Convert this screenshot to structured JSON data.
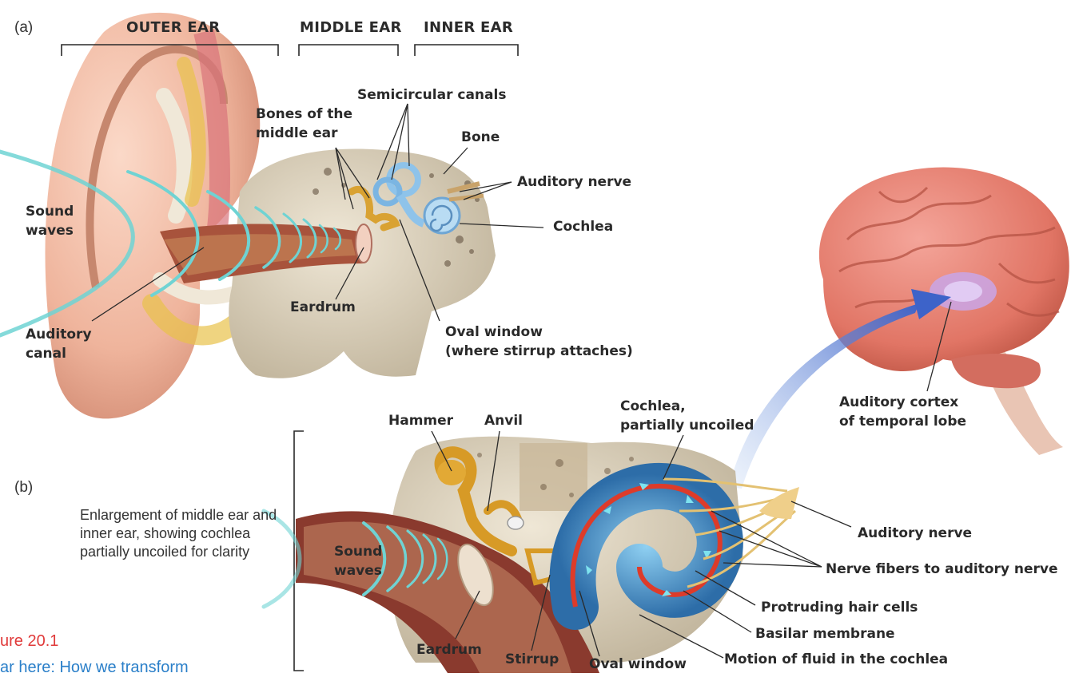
{
  "panel_a": {
    "letter": "(a)",
    "sections": {
      "outer": "OUTER EAR",
      "middle": "MIDDLE EAR",
      "inner": "INNER EAR"
    },
    "labels": {
      "sound_waves": "Sound\nwaves",
      "auditory_canal": "Auditory\ncanal",
      "bones": "Bones of the\nmiddle ear",
      "semicircular": "Semicircular canals",
      "bone": "Bone",
      "auditory_nerve": "Auditory nerve",
      "cochlea": "Cochlea",
      "eardrum": "Eardrum",
      "oval_window": "Oval window\n(where stirrup attaches)"
    }
  },
  "brain": {
    "auditory_cortex": "Auditory cortex\nof temporal lobe"
  },
  "panel_b": {
    "letter": "(b)",
    "caption": "Enlargement of middle ear and inner ear, showing cochlea partially uncoiled for clarity",
    "labels": {
      "hammer": "Hammer",
      "anvil": "Anvil",
      "cochlea_uncoiled": "Cochlea,\npartially uncoiled",
      "auditory_nerve": "Auditory nerve",
      "nerve_fibers": "Nerve fibers to auditory nerve",
      "protruding_hair": "Protruding hair cells",
      "basilar": "Basilar membrane",
      "motion_fluid": "Motion of fluid in the cochlea",
      "sound_waves": "Sound\nwaves",
      "eardrum": "Eardrum",
      "stirrup": "Stirrup",
      "oval_window": "Oval window"
    }
  },
  "figure": {
    "number": "ure 20.1",
    "title_fragment": "ar here: How we transform"
  }
}
